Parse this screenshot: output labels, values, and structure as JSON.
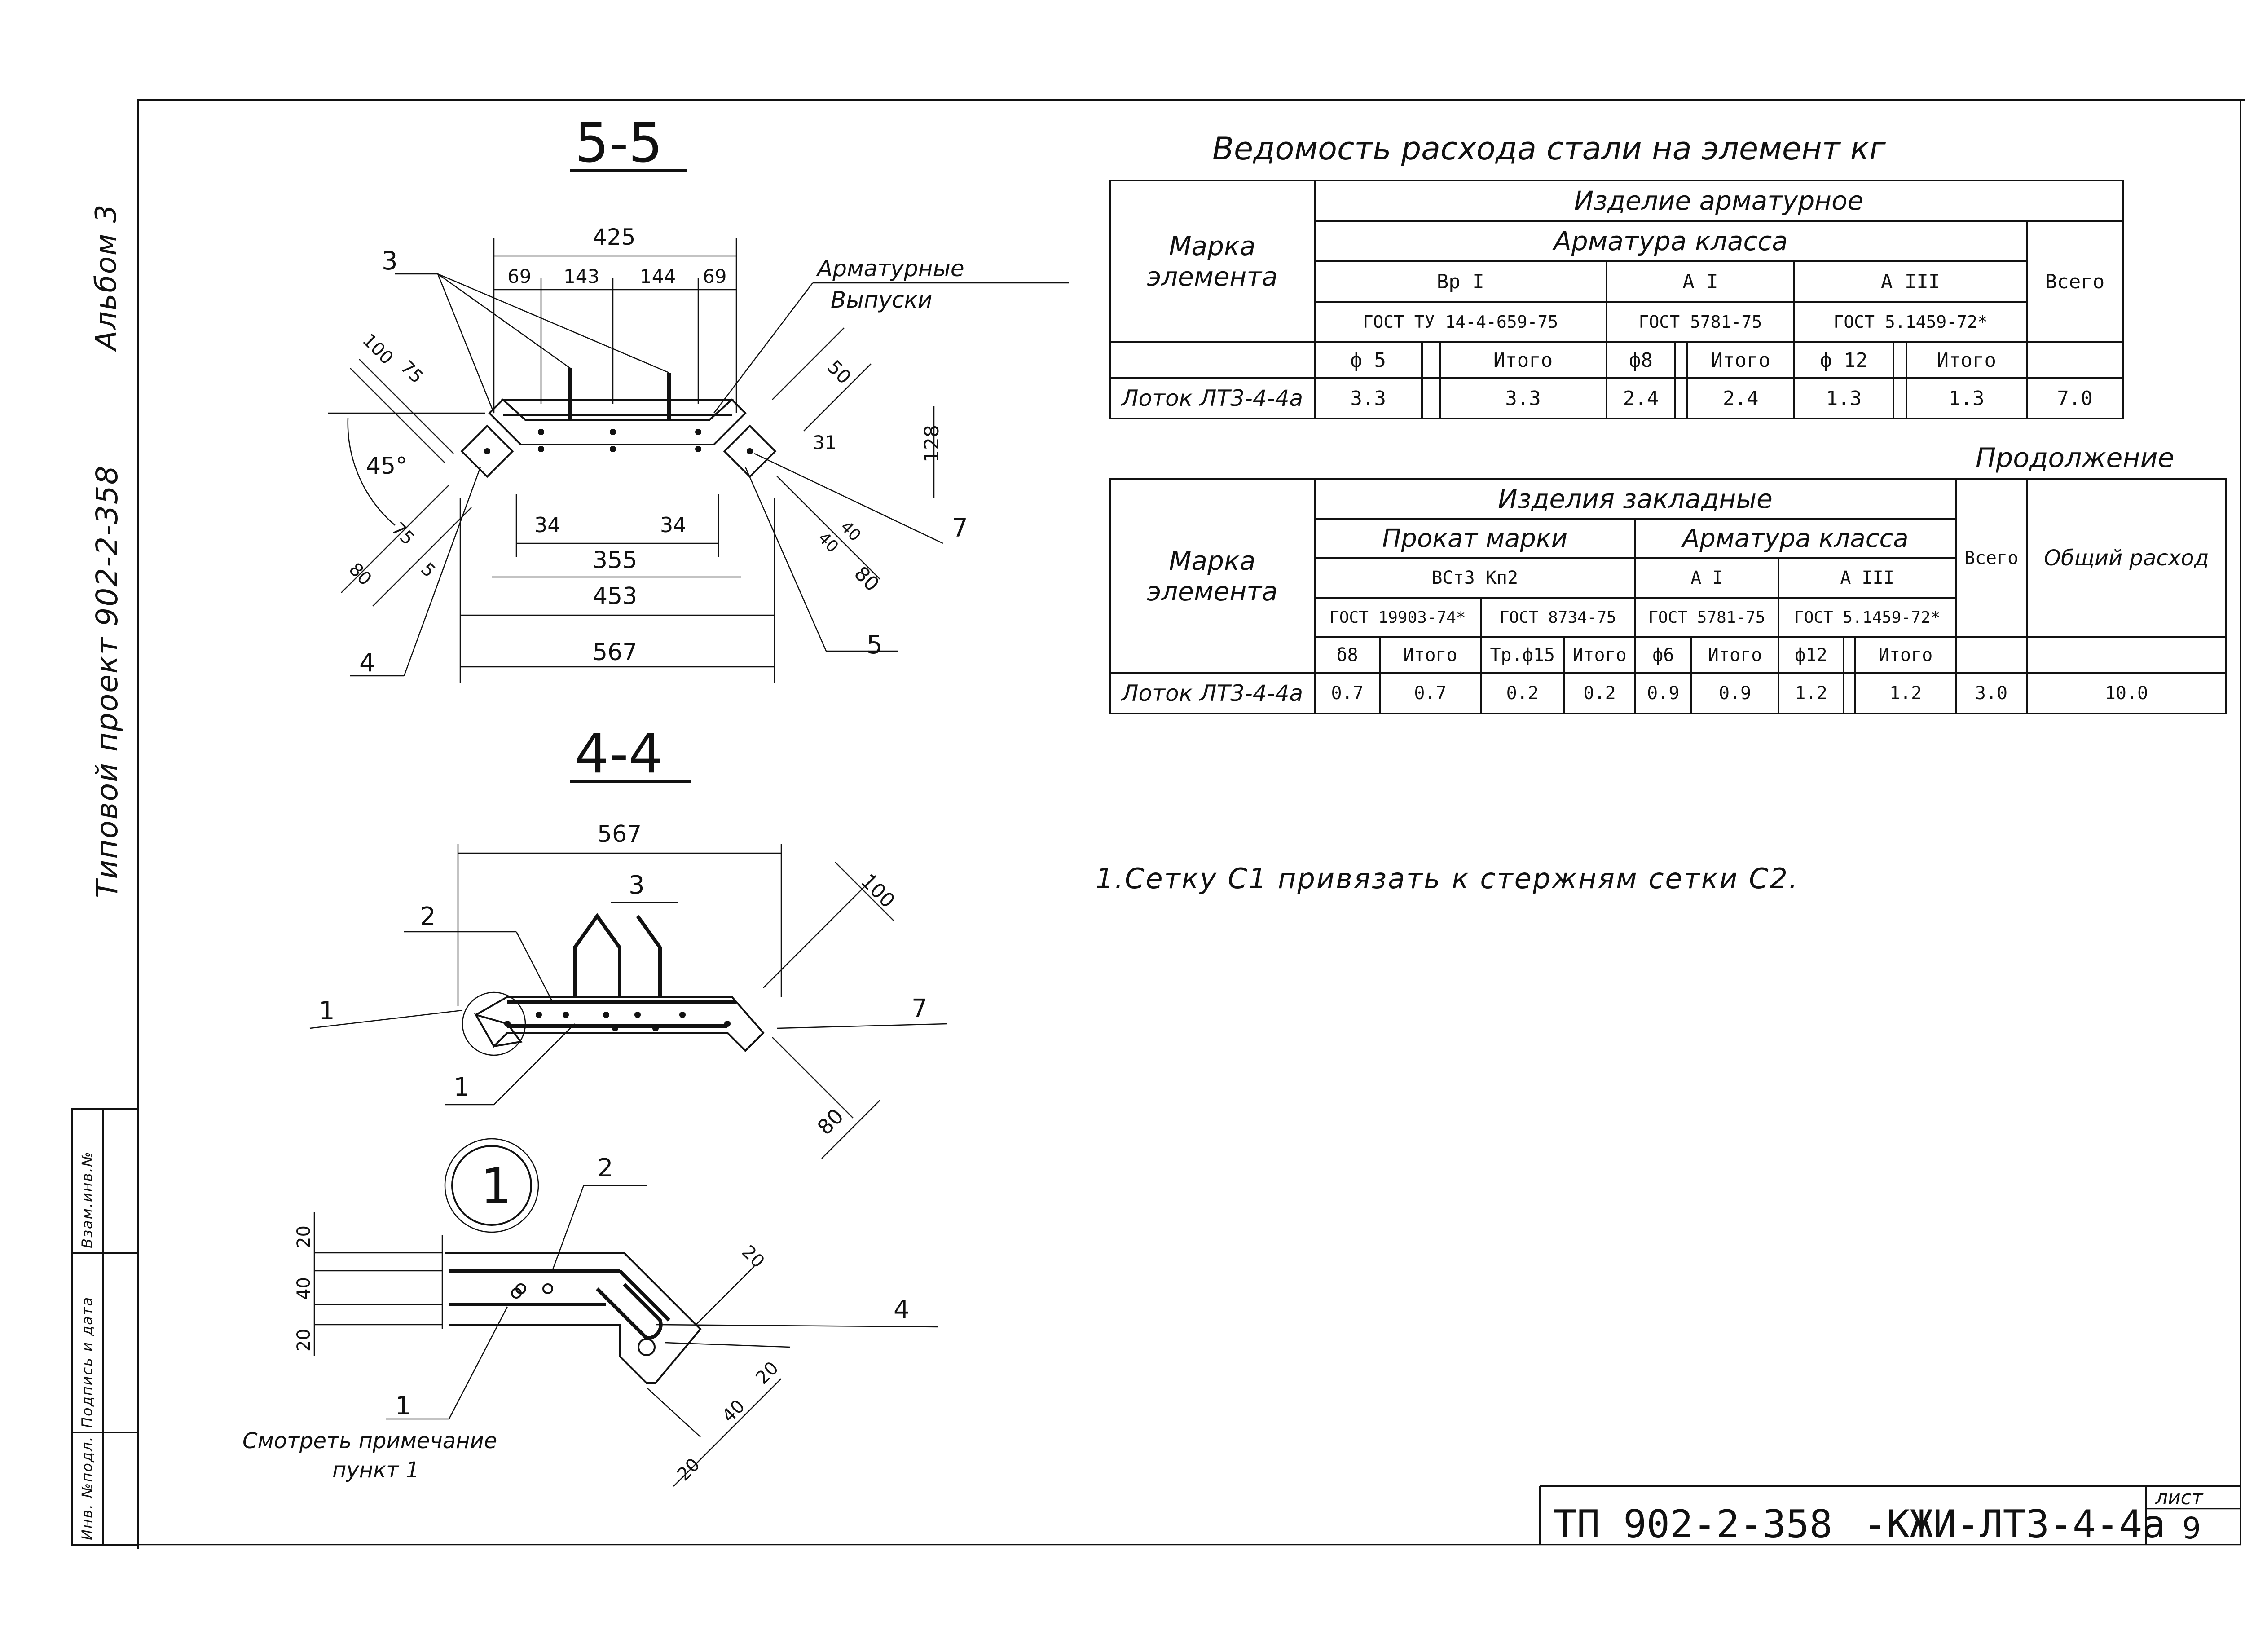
{
  "side": {
    "album": "Альбом 3",
    "project": "Типовой проект 902-2-358",
    "stamp": [
      "Инв. №подл.",
      "Подпись и дата",
      "Взам.инв.№"
    ]
  },
  "section55": {
    "title": "5-5",
    "dims": {
      "d425": "425",
      "d69a": "69",
      "d143": "143",
      "d144": "144",
      "d69b": "69",
      "d100": "100",
      "d75": "75",
      "d50": "50",
      "d31": "31",
      "d128": "128",
      "d34a": "34",
      "d34b": "34",
      "d355": "355",
      "d453": "453",
      "d567": "567",
      "d40": "40",
      "d40b": "40",
      "d80a": "80",
      "d80b": "80",
      "d75b": "75",
      "d5": "5",
      "angle": "45°"
    },
    "leaders": {
      "n3": "3",
      "n4": "4",
      "n5": "5",
      "n7": "7",
      "armatura": "Арматурные",
      "vypuski": "Выпуски"
    }
  },
  "section44": {
    "title": "4-4",
    "dims": {
      "d567": "567",
      "d100": "100",
      "d80": "80"
    },
    "leaders": {
      "n1a": "1",
      "n1b": "1",
      "n2": "2",
      "n3": "3",
      "n7": "7"
    }
  },
  "detail1": {
    "circle": "1",
    "dims": {
      "d20a": "20",
      "d40": "40",
      "d20b": "20",
      "d20c": "20",
      "d20d": "20",
      "d40b": "40",
      "d20e": "20"
    },
    "leaders": {
      "n1": "1",
      "n2": "2",
      "n4": "4"
    },
    "note1": "Смотреть примечание",
    "note2": "пункт 1"
  },
  "table1": {
    "title": "Ведомость расхода стали на элемент кг",
    "h_mark": "Марка элемента",
    "h_izdelie": "Изделие арматурное",
    "h_class": "Арматура класса",
    "c1": "Вр I",
    "c2": "А I",
    "c3": "А III",
    "g1": "ГОСТ ТУ 14-4-659-75",
    "g2": "ГОСТ 5781-75",
    "g3": "ГОСТ 5.1459-72*",
    "total": "Всего",
    "s1": "ф 5",
    "s2": "Итого",
    "s3": "ф8",
    "s4": "Итого",
    "s5": "ф 12",
    "s6": "Итого",
    "row": {
      "mark": "Лоток ЛТ3-4-4а",
      "v1": "3.3",
      "v2": "3.3",
      "v3": "2.4",
      "v4": "2.4",
      "v5": "1.3",
      "v6": "1.3",
      "v7": "7.0"
    }
  },
  "continuation": "Продолжение",
  "table2": {
    "h_mark": "Марка элемента",
    "h_izdelia": "Изделия закладные",
    "h_prokat": "Прокат марки",
    "h_armatura": "Арматура класса",
    "steel": "ВСт3 Кп2",
    "c1": "А I",
    "c2": "А III",
    "g1": "ГОСТ 19903-74*",
    "g2": "ГОСТ 8734-75",
    "g3": "ГОСТ 5781-75",
    "g4": "ГОСТ 5.1459-72*",
    "total": "Всего",
    "total_all": "Общий расход",
    "s1": "δ8",
    "s2": "Итого",
    "s3": "Тр.ф15",
    "s4": "Итого",
    "s5": "ф6",
    "s6": "Итого",
    "s7": "ф12",
    "s8": "Итого",
    "row": {
      "mark": "Лоток ЛТ3-4-4а",
      "v1": "0.7",
      "v2": "0.7",
      "v3": "0.2",
      "v4": "0.2",
      "v5": "0.9",
      "v6": "0.9",
      "v7": "1.2",
      "v8": "1.2",
      "v9": "3.0",
      "v10": "10.0"
    }
  },
  "note": "1.Сетку С1 привязать к стержням сетки С2.",
  "titleblock": {
    "code": "ТП 902-2-358",
    "mark": "-КЖИ-ЛТ3-4-4а",
    "sheet_label": "лист",
    "sheet": "9"
  }
}
